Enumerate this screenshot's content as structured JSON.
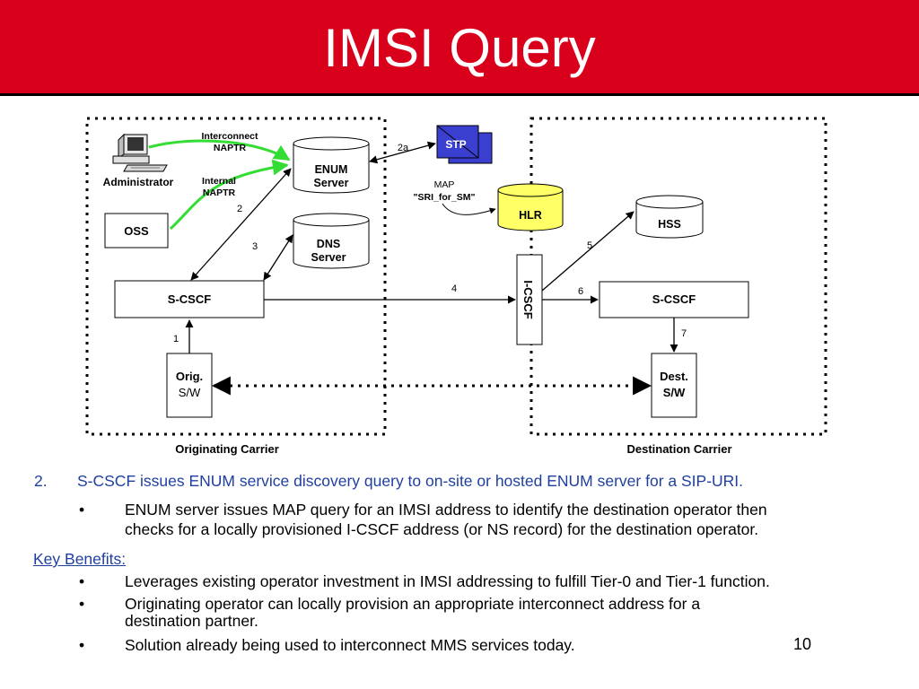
{
  "slide": {
    "title": "IMSI Query",
    "page_number": "10"
  },
  "diagram": {
    "originating_carrier_label": "Originating Carrier",
    "destination_carrier_label": "Destination Carrier",
    "administrator_label": "Administrator",
    "interconnect_naptr": [
      "Interconnect",
      "NAPTR"
    ],
    "internal_naptr": [
      "Internal",
      "NAPTR"
    ],
    "oss_label": "OSS",
    "enum_server": [
      "ENUM",
      "Server"
    ],
    "dns_server": [
      "DNS",
      "Server"
    ],
    "stp_label": "STP",
    "map_label": [
      "MAP",
      "\"SRI_for_SM\""
    ],
    "hlr_label": "HLR",
    "hss_label": "HSS",
    "icscf_label": "I-CSCF",
    "orig_scscf_label": "S-CSCF",
    "dest_scscf_label": "S-CSCF",
    "orig_sw": [
      "Orig.",
      "S/W"
    ],
    "dest_sw": [
      "Dest.",
      "S/W"
    ],
    "step_labels": {
      "s1": "1",
      "s2": "2",
      "s2a": "2a",
      "s3": "3",
      "s4": "4",
      "s5": "5",
      "s6": "6",
      "s7": "7"
    },
    "colors": {
      "stp_fill": "#3a3fd0",
      "hlr_fill": "#ffff66",
      "naptr_line": "#33dd33",
      "header": "#d9001b"
    }
  },
  "text": {
    "item_number": "2.",
    "item_text": "S-CSCF issues ENUM service discovery query to on-site or hosted ENUM server for a SIP-URI.",
    "sub_bullet": [
      "ENUM server issues MAP query for an IMSI address to identify the destination operator then",
      "checks for a locally provisioned I-CSCF address (or NS record) for the destination operator."
    ],
    "key_benefits_label": "Key Benefits:",
    "benefits": [
      [
        "Leverages existing operator investment in IMSI addressing to fulfill Tier-0 and Tier-1 function."
      ],
      [
        "Originating operator can locally provision an appropriate interconnect address for a",
        "destination partner."
      ],
      [
        "Solution already being used to interconnect MMS services today."
      ]
    ],
    "bullet_char": "•"
  }
}
